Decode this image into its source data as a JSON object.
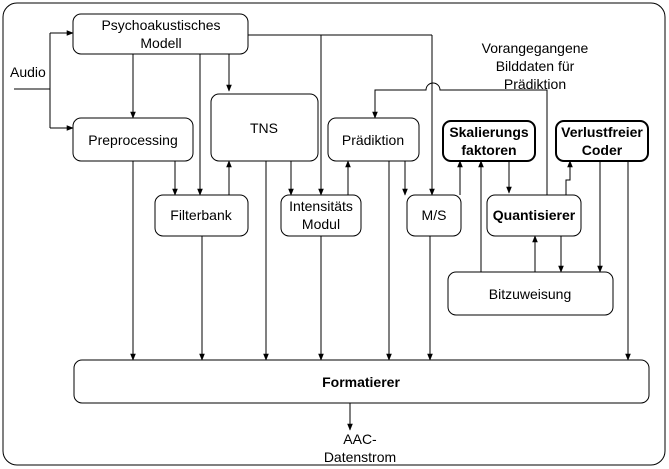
{
  "labels": {
    "audio": "Audio",
    "psycho_1": "Psychoakustisches",
    "psycho_2": "Modell",
    "vorangegangene_1": "Vorangegangene",
    "vorangegangene_2": "Bilddaten für",
    "vorangegangene_3": "Prädiktion",
    "preprocessing": "Preprocessing",
    "tns": "TNS",
    "praediktion": "Prädiktion",
    "skalierungs_1": "Skalierungs",
    "skalierungs_2": "faktoren",
    "verlustfreier_1": "Verlustfreier",
    "verlustfreier_2": "Coder",
    "filterbank": "Filterbank",
    "intensitaets_1": "Intensitäts",
    "intensitaets_2": "Modul",
    "ms": "M/S",
    "quantisierer": "Quantisierer",
    "bitzuweisung": "Bitzuweisung",
    "formatierer": "Formatierer",
    "aac_1": "AAC-",
    "aac_2": "Datenstrom"
  }
}
